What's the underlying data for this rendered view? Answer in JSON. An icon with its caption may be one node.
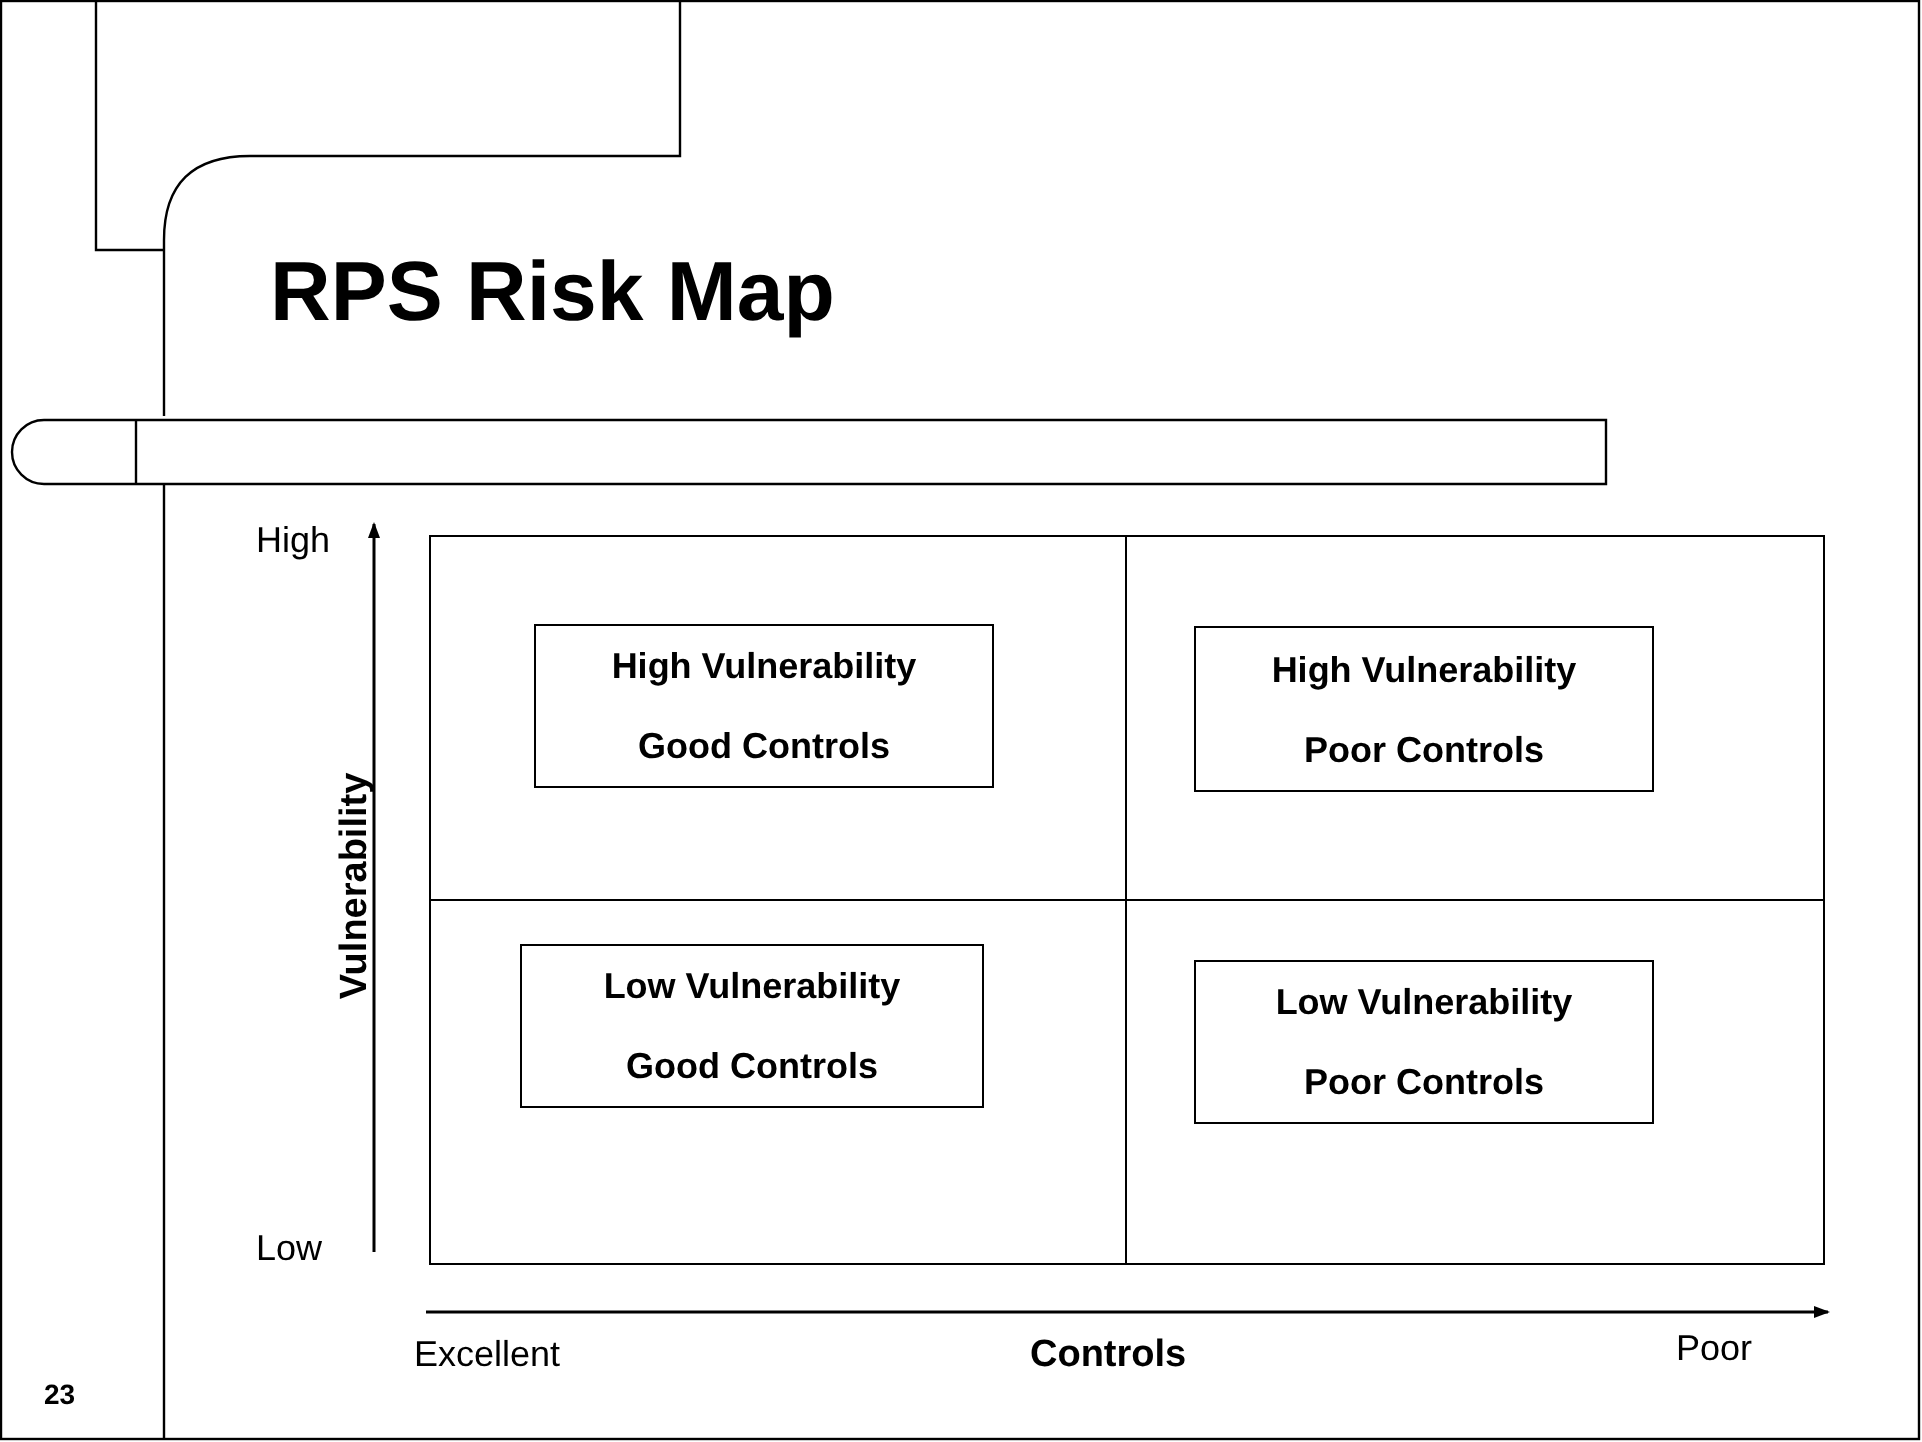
{
  "diagram": {
    "title": "RPS Risk Map",
    "nodes": [
      {
        "text": [
          "High Vulnerability Good Controls"
        ]
      },
      {
        "text": [
          "High Vulnerability Poor Controls"
        ]
      },
      {
        "text": [
          "Low Vulnerability Good Controls"
        ]
      },
      {
        "text": [
          "Low Vulnerability Poor Controls"
        ]
      }
    ],
    "labels": [
      "High",
      "Vulnerability",
      "Low",
      "Excellent",
      "Controls",
      "Poor",
      "23"
    ]
  }
}
